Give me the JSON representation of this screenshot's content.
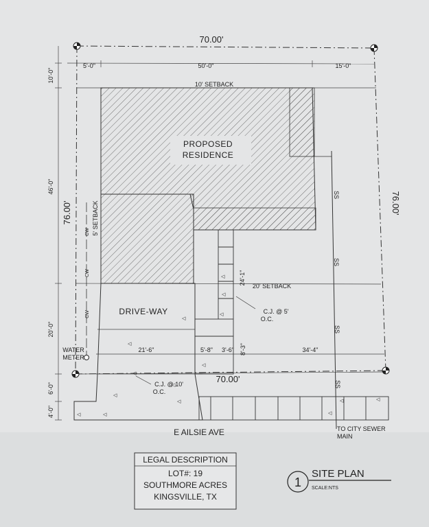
{
  "dimensions": {
    "top_overall": "70.00'",
    "top_left": "5'-0\"",
    "top_middle": "50'-0\"",
    "top_right": "15'-0\"",
    "left_top": "10'-0\"",
    "left_middle": "46'-0\"",
    "left_overall": "76.00'",
    "left_lower": "20'-0\"",
    "left_bottom1": "6'-0\"",
    "left_bottom2": "4'-0\"",
    "right_overall": "76.00'",
    "bottom_overall": "70.00'",
    "driveway_width": "21'-6\"",
    "walk_width1": "5'-8\"",
    "walk_width2": "3'-6\"",
    "walk_height": "8'-3\"",
    "right_width": "34'-4\"",
    "walk_length": "24'-1\""
  },
  "setbacks": {
    "front": "10' SETBACK",
    "side": "5' SETBACK",
    "rear": "20' SETBACK"
  },
  "labels": {
    "residence_line1": "PROPOSED",
    "residence_line2": "RESIDENCE",
    "driveway": "DRIVE-WAY",
    "water_meter_line1": "WATER",
    "water_meter_line2": "METER",
    "cj_driveway_line1": "C.J. @ 10'",
    "cj_driveway_line2": "O.C.",
    "cj_walk_line1": "C.J. @ 5'",
    "cj_walk_line2": "O.C.",
    "street": "E AILSIE AVE",
    "sewer_line1": "TO CITY SEWER",
    "sewer_line2": "MAIN",
    "sewer_tag": "SS",
    "cw_tag": "CW"
  },
  "legal": {
    "title": "LEGAL DESCRIPTION",
    "lot": "LOT#: 19",
    "subdivision": "SOUTHMORE ACRES",
    "city": "KINGSVILLE, TX"
  },
  "title_block": {
    "number": "1",
    "title": "SITE PLAN",
    "scale": "SCALE:NTS"
  }
}
